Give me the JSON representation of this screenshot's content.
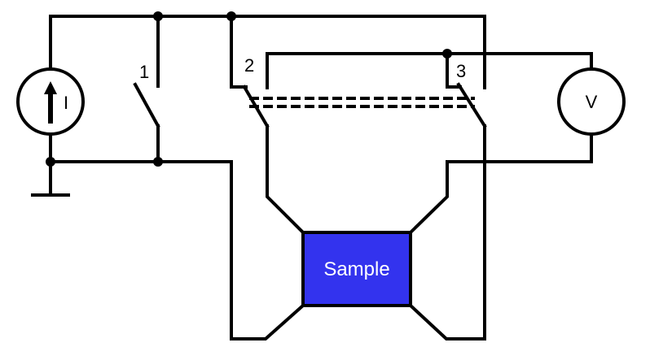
{
  "diagram": {
    "source_symbol": "I",
    "meter_symbol": "V",
    "switch_labels": [
      "1",
      "2",
      "3"
    ],
    "sample_label": "Sample",
    "sample_fill": "#3333ee",
    "sample_text_color": "#ffffff",
    "line_color": "#000000"
  }
}
